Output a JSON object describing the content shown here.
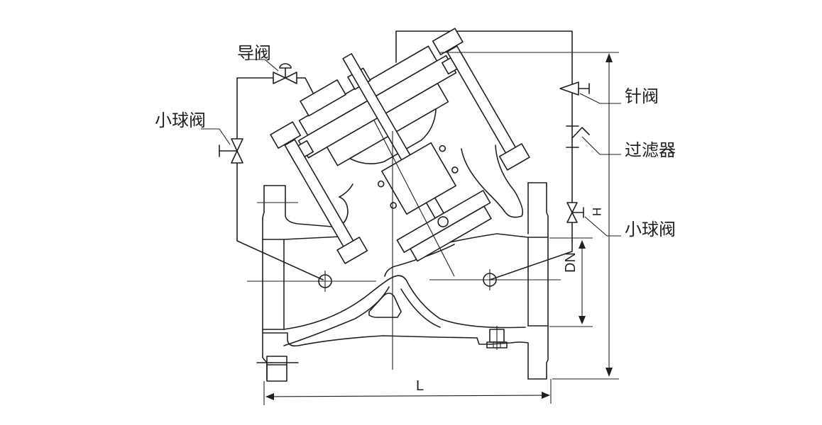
{
  "diagram": {
    "labels": {
      "pilot_valve": "导阀",
      "ball_valve_left": "小球阀",
      "needle_valve": "针阀",
      "filter": "过滤器",
      "ball_valve_right": "小球阀"
    },
    "dimensions": {
      "length": "L",
      "nominal_diameter": "DN",
      "height": "H"
    },
    "colors": {
      "line": "#231f20",
      "background": "#ffffff"
    }
  }
}
